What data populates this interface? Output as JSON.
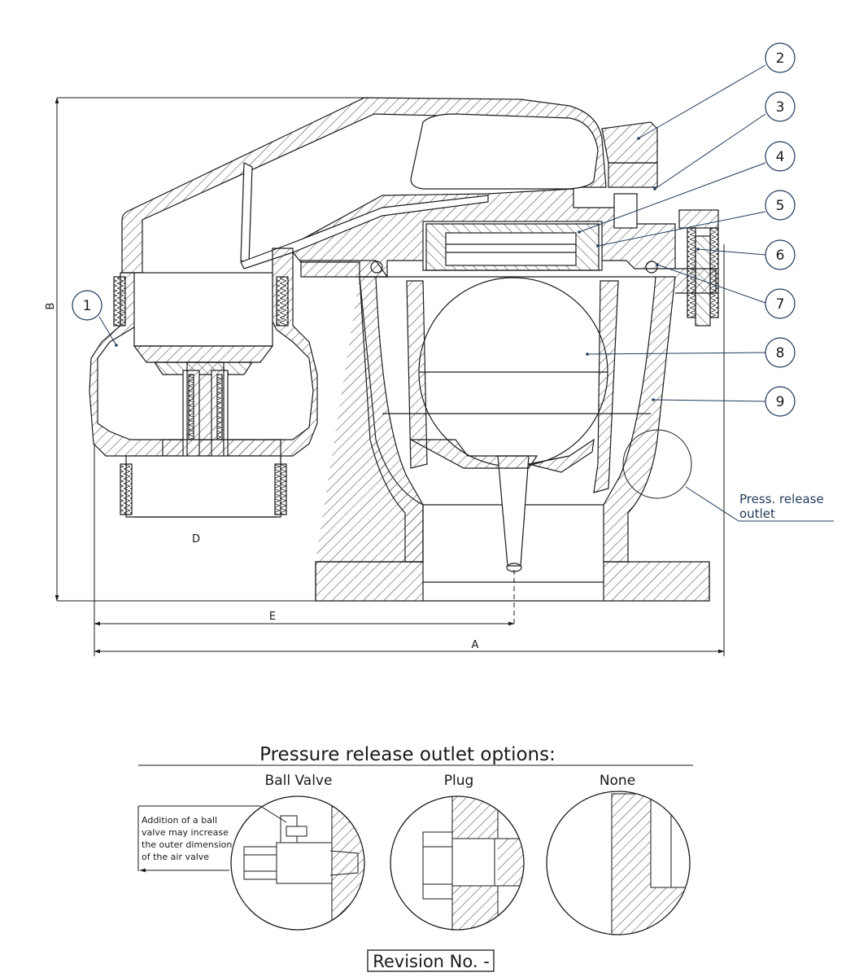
{
  "drawing": {
    "balloons": [
      "1",
      "2",
      "3",
      "4",
      "5",
      "6",
      "7",
      "8",
      "9"
    ],
    "dimensions": {
      "a": "A",
      "b": "B",
      "d": "D",
      "e": "E"
    },
    "outlet_note": {
      "line1": "Press. release",
      "line2": "outlet"
    }
  },
  "options": {
    "title": "Pressure release outlet options:",
    "items": [
      {
        "label": "Ball Valve"
      },
      {
        "label": "Plug"
      },
      {
        "label": "None"
      }
    ],
    "ball_valve_note": [
      "Addition of a ball",
      "valve may increase",
      "the outer dimension",
      "of the air valve"
    ]
  },
  "revision": "Revision No. -",
  "colors": {
    "line": "#1a1a1a",
    "leader": "#1f3a5a",
    "hatch": "#3a3a3a",
    "paper": "#ffffff"
  }
}
